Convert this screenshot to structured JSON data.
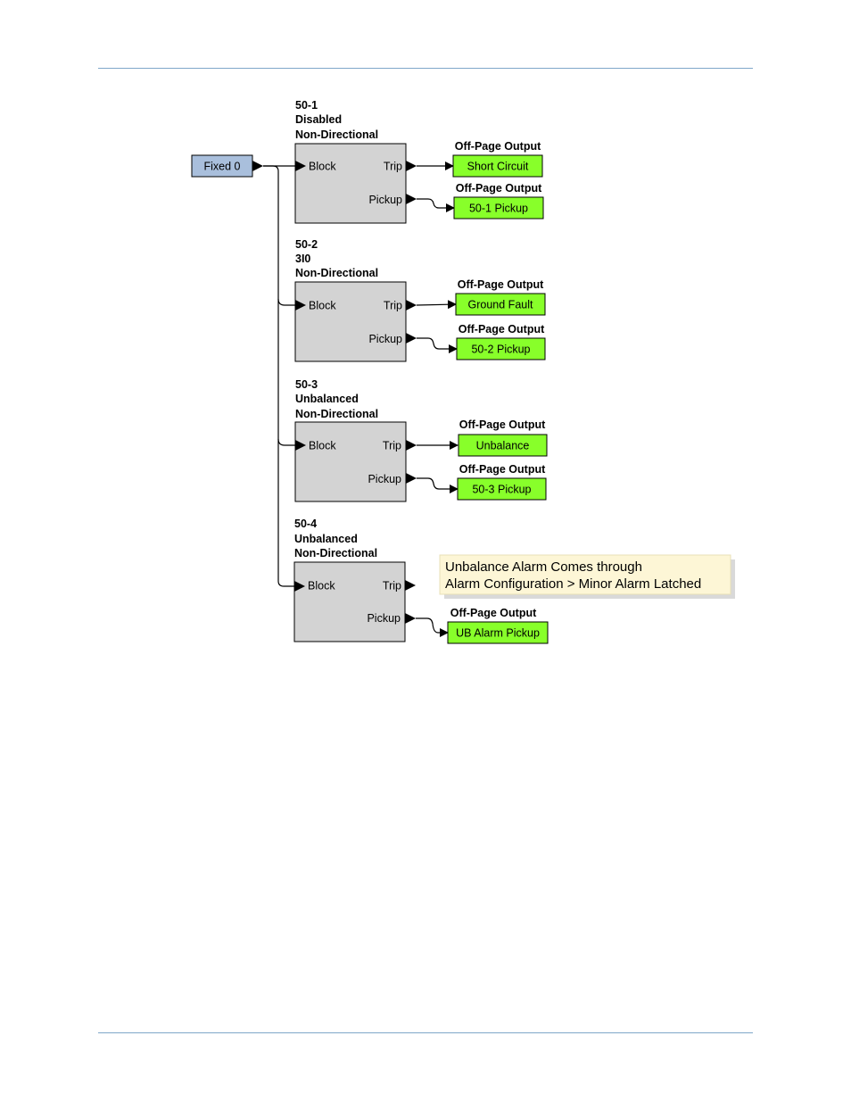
{
  "source": {
    "label": "Fixed 0",
    "color": "#a9bfdc"
  },
  "elements": [
    {
      "id": "50-1",
      "mode": "Disabled",
      "direction": "Non-Directional",
      "block_label": "Block",
      "trip_label": "Trip",
      "pickup_label": "Pickup",
      "trip_output": {
        "header": "Off-Page Output",
        "label": "Short Circuit"
      },
      "pickup_output": {
        "header": "Off-Page Output",
        "label": "50-1 Pickup"
      }
    },
    {
      "id": "50-2",
      "mode": "3I0",
      "direction": "Non-Directional",
      "block_label": "Block",
      "trip_label": "Trip",
      "pickup_label": "Pickup",
      "trip_output": {
        "header": "Off-Page Output",
        "label": "Ground Fault"
      },
      "pickup_output": {
        "header": "Off-Page Output",
        "label": "50-2 Pickup"
      }
    },
    {
      "id": "50-3",
      "mode": "Unbalanced",
      "direction": "Non-Directional",
      "block_label": "Block",
      "trip_label": "Trip",
      "pickup_label": "Pickup",
      "trip_output": {
        "header": "Off-Page Output",
        "label": "Unbalance"
      },
      "pickup_output": {
        "header": "Off-Page Output",
        "label": "50-3 Pickup"
      }
    },
    {
      "id": "50-4",
      "mode": "Unbalanced",
      "direction": "Non-Directional",
      "block_label": "Block",
      "trip_label": "Trip",
      "pickup_label": "Pickup",
      "pickup_output": {
        "header": "Off-Page Output",
        "label": "UB Alarm Pickup"
      }
    }
  ],
  "note": {
    "line1": "Unbalance Alarm Comes through",
    "line2": "Alarm Configuration > Minor Alarm Latched"
  },
  "colors": {
    "output_fill": "#88ff2a",
    "block_fill": "#d3d3d3",
    "note_fill": "#fdf6d6",
    "rule": "#7fa7c9"
  }
}
